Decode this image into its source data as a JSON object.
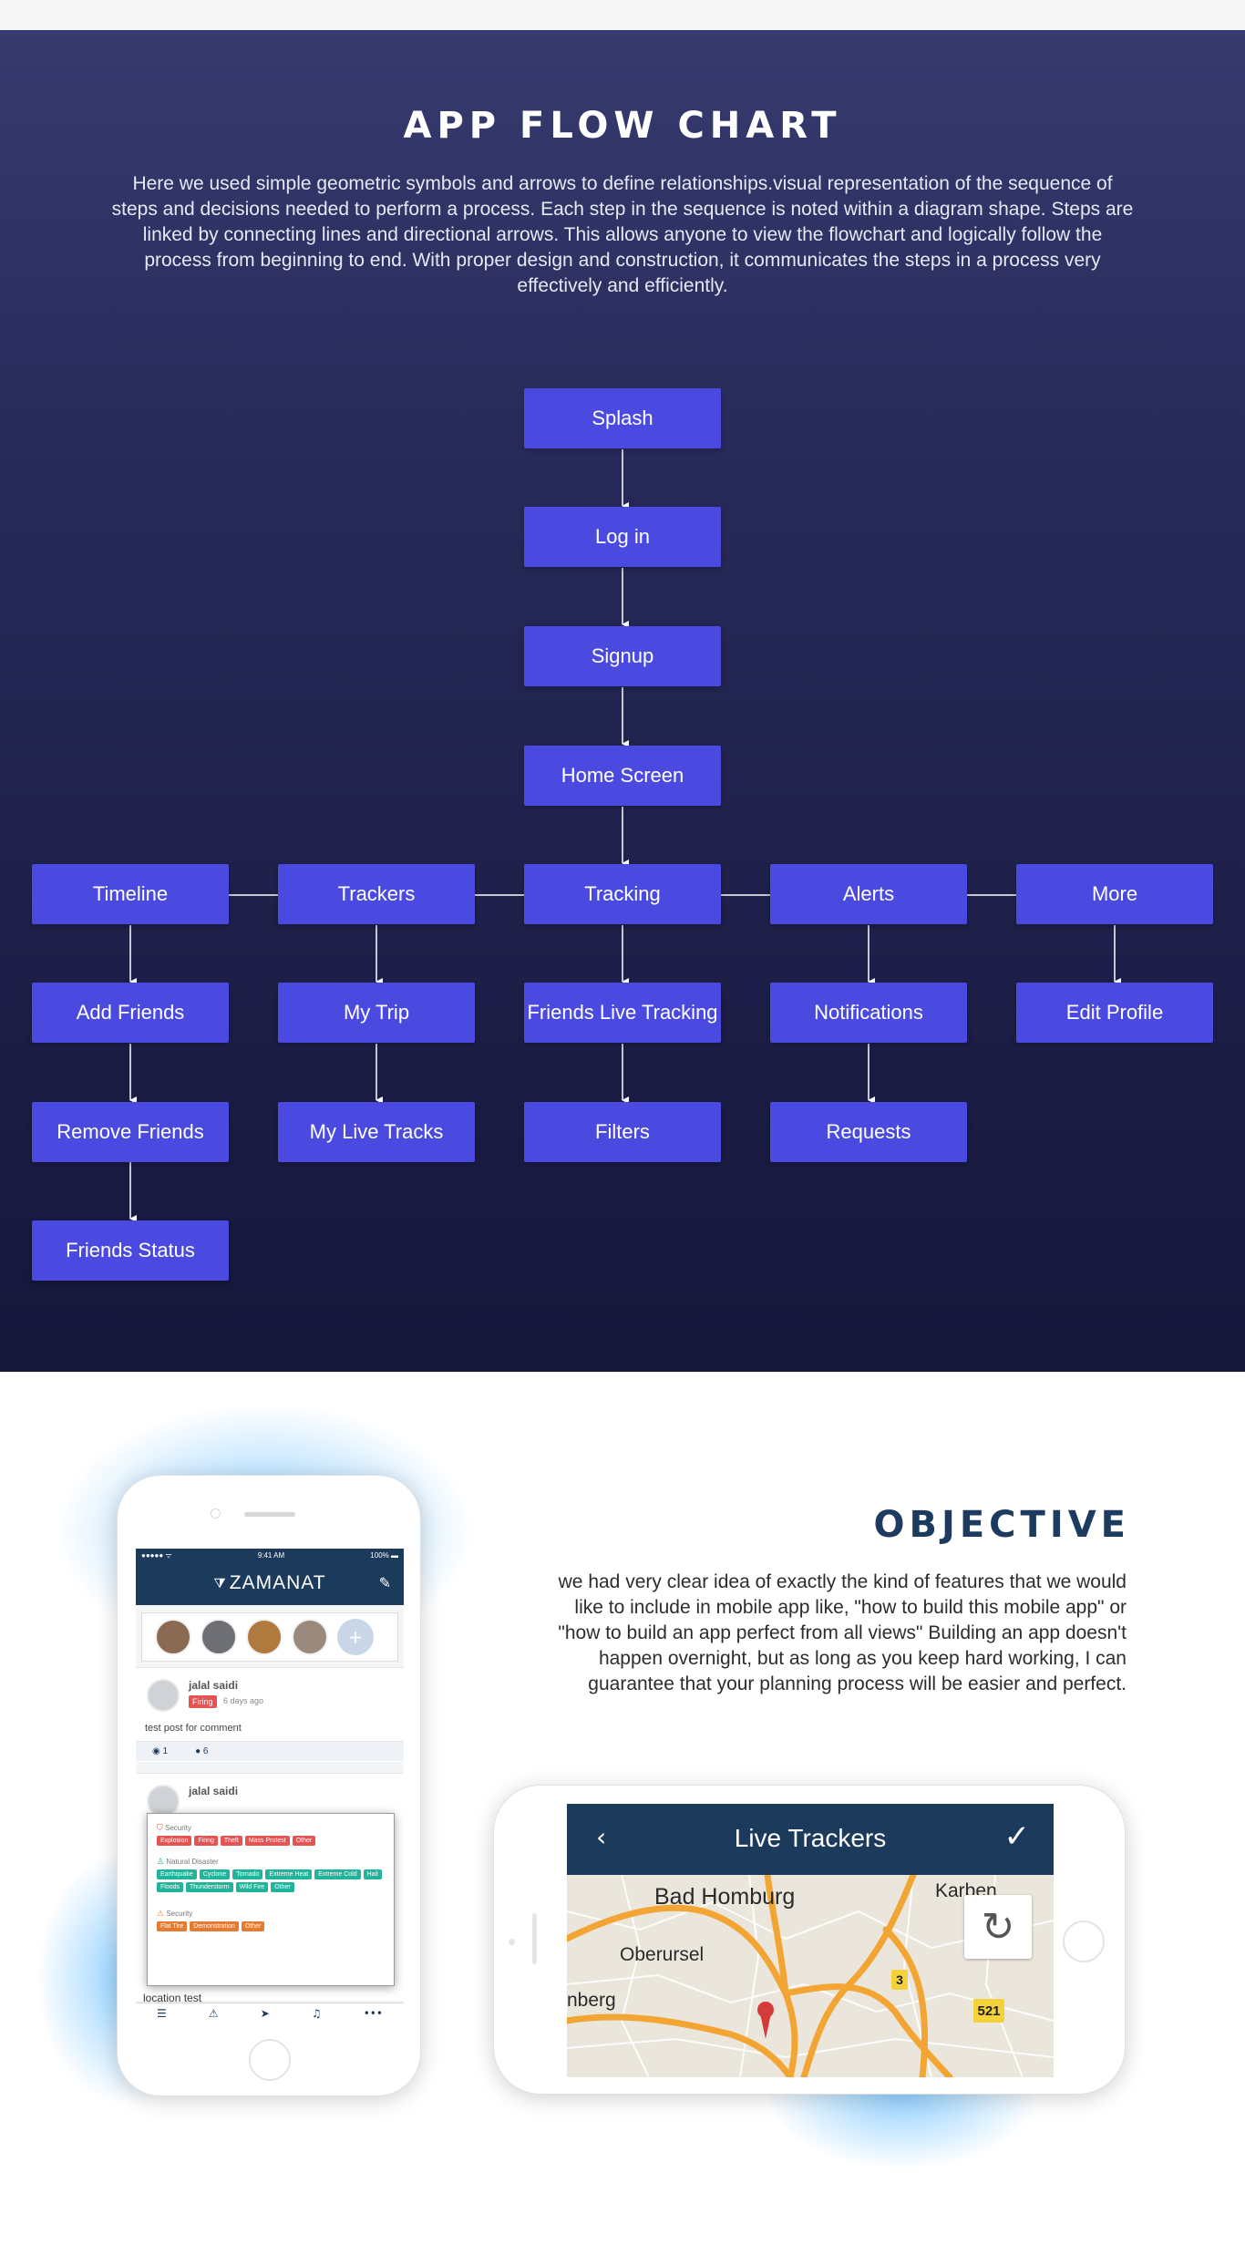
{
  "flow": {
    "title": "APP FLOW CHART",
    "description": "Here we used simple geometric symbols and arrows to define relationships.visual representation of the sequence of steps and decisions needed to perform a process. Each step in the sequence is noted within a diagram shape. Steps are linked by connecting lines and directional arrows. This allows anyone to view the flowchart and logically follow the process from beginning to end. With proper design and construction, it communicates the steps in a process very effectively and efficiently.",
    "nodes": {
      "splash": "Splash",
      "login": "Log in",
      "signup": "Signup",
      "home": "Home Screen",
      "timeline": "Timeline",
      "trackers": "Trackers",
      "tracking": "Tracking",
      "alerts": "Alerts",
      "more": "More",
      "add_friends": "Add Friends",
      "my_trip": "My Trip",
      "friends_live": "Friends Live Tracking",
      "notifications": "Notifications",
      "edit_profile": "Edit Profile",
      "remove_friends": "Remove Friends",
      "my_live_tracks": "My Live Tracks",
      "filters": "Filters",
      "requests": "Requests",
      "friends_status": "Friends Status"
    },
    "colors": {
      "node": "#4a4ae0",
      "background": "#262957",
      "connector": "#ffffff"
    }
  },
  "objective": {
    "title": "OBJECTIVE",
    "text": "we had very clear idea of exactly the kind of features that we would like to include in mobile app like, \"how to build this mobile app\" or \"how to build an app perfect from all views\" Building an app doesn't happen overnight, but as long as you keep hard working, I can guarantee that your planning process will be easier and perfect."
  },
  "phone_portrait": {
    "status_left": "●●●●● ᯤ",
    "status_time": "9:41 AM",
    "status_right": "100% ▬",
    "brand": "ZAMANAT",
    "post1": {
      "name": "jalal saidi",
      "tag": "Firing",
      "time": "6 days ago",
      "text": "test post for comment",
      "views": "1",
      "comments": "6"
    },
    "post2": {
      "name": "jalal saidi"
    },
    "popup": {
      "cat1": "Security",
      "cat1_chips": [
        "Explosion",
        "Firing",
        "Theft",
        "Mass Protest",
        "Other"
      ],
      "cat2": "Natural Disaster",
      "cat2_chips": [
        "Earthquake",
        "Cyclone",
        "Tornado",
        "Extreme Heat",
        "Extreme Cold",
        "Hail",
        "Floods",
        "Thunderstorm",
        "Wild Fire",
        "Other"
      ],
      "cat3": "Security",
      "cat3_chips": [
        "Flat Tire",
        "Demonstration",
        "Other"
      ]
    },
    "location_text": "location test"
  },
  "phone_landscape": {
    "title": "Live Trackers",
    "map_labels": {
      "bad_homburg": "Bad Homburg",
      "karben": "Karben",
      "oberursel": "Oberursel",
      "nberg": "nberg"
    },
    "road_3": "3",
    "road_521": "521"
  }
}
